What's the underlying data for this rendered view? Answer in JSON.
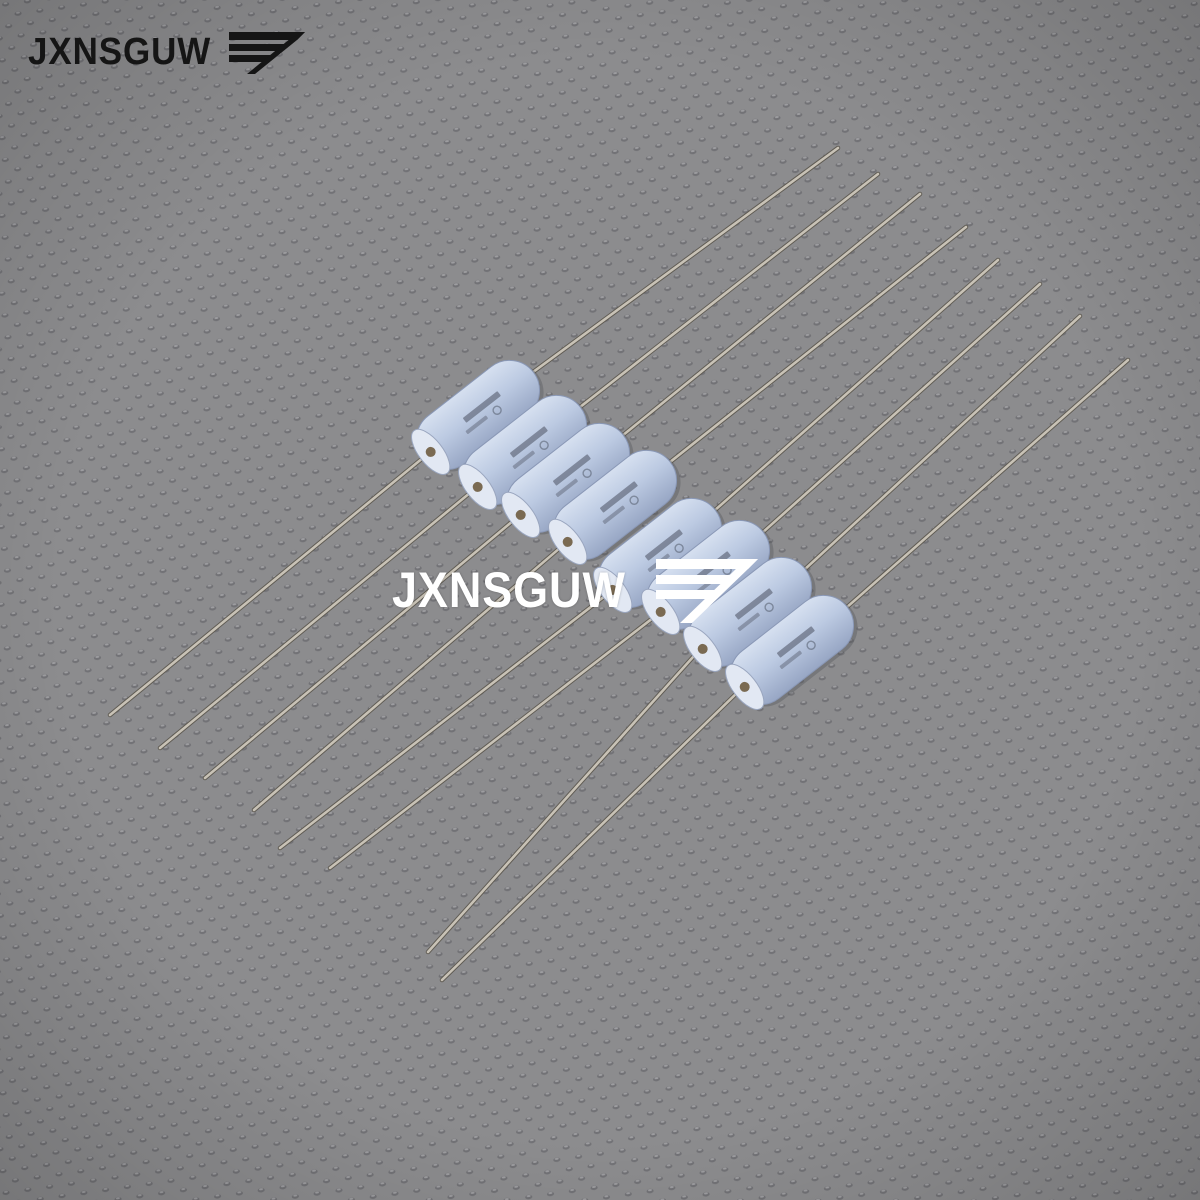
{
  "image": {
    "background_color": "#8e8e90",
    "subject": "resistors",
    "resistor_count": 8,
    "resistor_body_color": "#b9c7df",
    "lead_color": "#c8c2b6",
    "marking_color": "#4a5160"
  },
  "watermark_top": {
    "text": "JXNSGUW",
    "color": "#151515",
    "mark_icon": "stripe-logo-icon"
  },
  "watermark_center": {
    "text": "JXNSGUW",
    "color": "#ffffff",
    "mark_icon": "stripe-logo-icon"
  }
}
